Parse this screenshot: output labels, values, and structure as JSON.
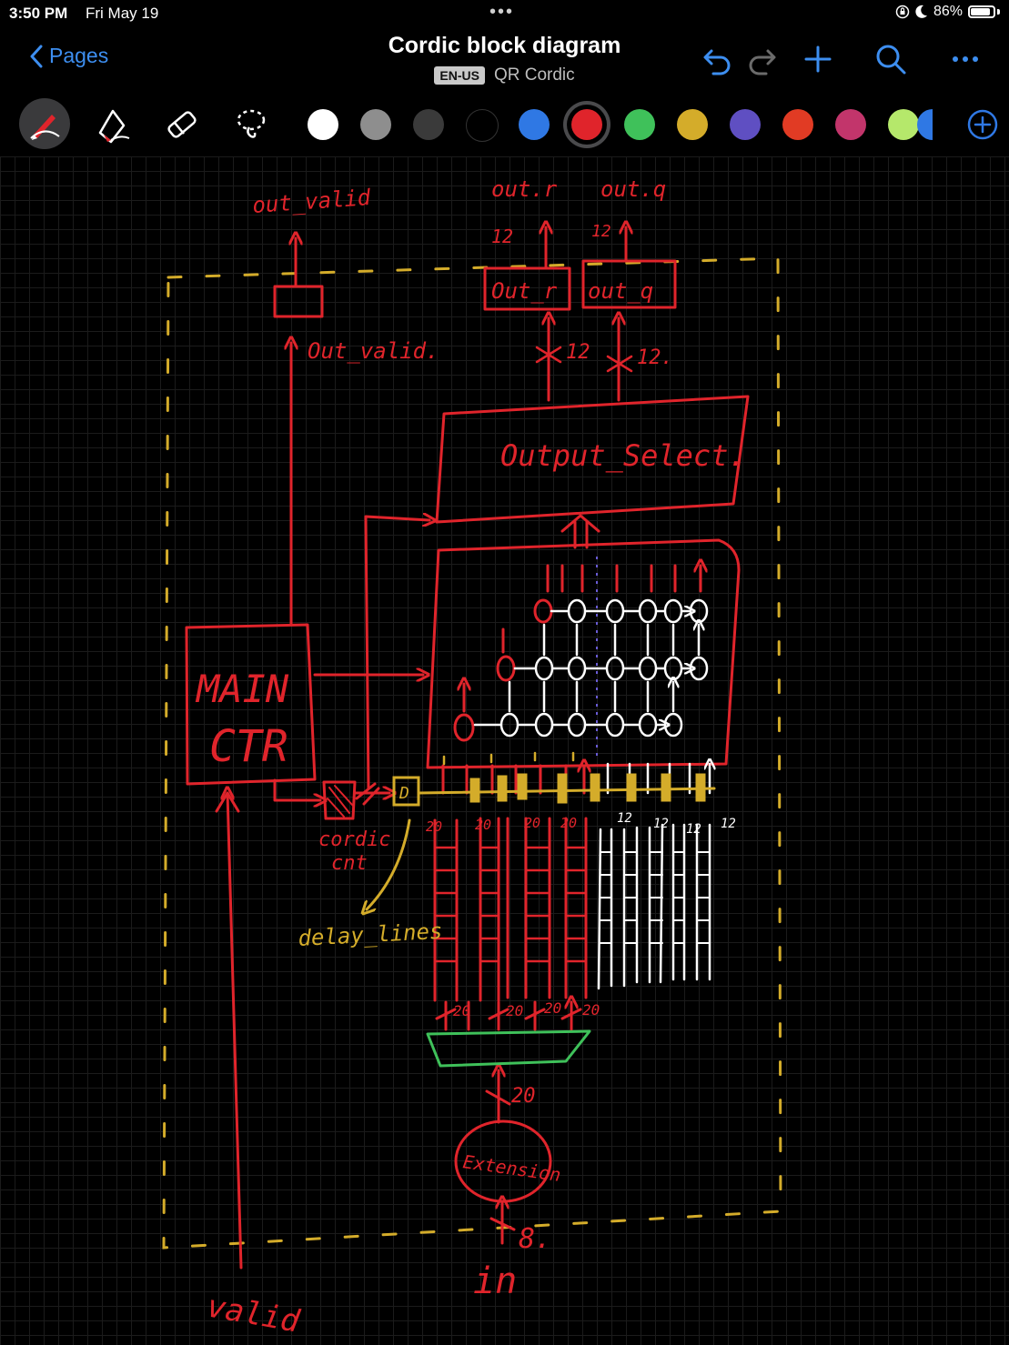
{
  "status": {
    "time": "3:50 PM",
    "date": "Fri May 19",
    "battery": "86%",
    "battery_level": 0.86
  },
  "nav": {
    "back_label": "Pages",
    "title": "Cordic block diagram",
    "language": "EN-US",
    "document": "QR Cordic",
    "icons": [
      "undo-icon",
      "redo-icon",
      "add-icon",
      "search-icon",
      "more-icon"
    ]
  },
  "toolbar": {
    "tools": [
      "pen-icon",
      "highlighter-icon",
      "eraser-icon",
      "lasso-icon"
    ],
    "active_tool": "pen-icon",
    "colors": [
      "#ffffff",
      "#8e8e8e",
      "#3a3a3a",
      "#000000",
      "#2f78e4",
      "#e0242b",
      "#3fc15a",
      "#d4ac2a",
      "#5f4fc2",
      "#e13b24",
      "#c2356b",
      "#b5e86b",
      "#2f78e4"
    ],
    "selected_color": "#e0242b"
  },
  "diagram": {
    "out_valid_top": "out_valid",
    "out_r": "out.r",
    "out_q": "out.q",
    "bw_12_a": "12",
    "bw_12_b": "12",
    "reg_out_r": "Out_r",
    "reg_out_q": "out_q",
    "bw_12_c": "12",
    "bw_12_d": "12.",
    "out_valid_mid": "Out_valid.",
    "output_select": "Output_Select.",
    "main_ctr_1": "MAIN",
    "main_ctr_2": "CTR",
    "cordic_cnt_1": "cordic",
    "cordic_cnt_2": "cnt",
    "d_reg": "D",
    "delay_lines": "delay_lines",
    "bw_20_a": "20",
    "bw_20_b": "20",
    "bw_20_c": "20",
    "bw_20_d": "20",
    "bw_12_w1": "12",
    "bw_12_w2": "12",
    "bw_12_w3": "12",
    "bw_12_w4": "12",
    "bw_20_e": "20",
    "bw_20_f": "20",
    "bw_20_g": "20",
    "bw_20_h": "20",
    "bw_20_in": "20",
    "extension": "Extension",
    "bw_8": "8.",
    "in_label": "in",
    "valid_label": "valid",
    "colors": {
      "red": "#e0242b",
      "yellow": "#d4ac2a",
      "white": "#ffffff",
      "green": "#3fc15a"
    }
  }
}
